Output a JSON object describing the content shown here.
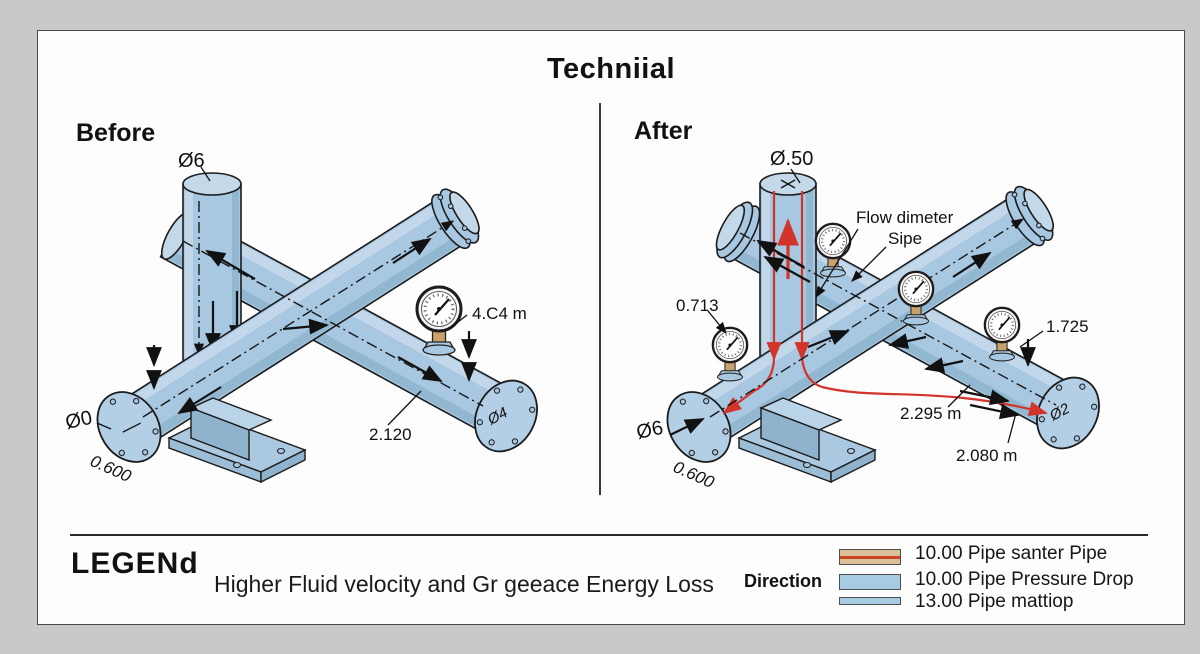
{
  "title": "Techniial",
  "before": {
    "heading": "Before",
    "top_diameter": "Ø6",
    "gauge_reading": "4.C4 m",
    "length_label": "2.120",
    "right_flange_diameter": "Ø4",
    "left_flange_diameter": "Ø0",
    "base_dimension": "0.600"
  },
  "after": {
    "heading": "After",
    "top_diameter": "Ø.50",
    "flow_note_line1": "Flow dimeter",
    "flow_note_line2": "Sipe",
    "left_gauge_reading": "0.713",
    "right_gauge_reading": "1.725",
    "upper_length_label": "2.295 m",
    "lower_length_label": "2.080 m",
    "left_flange_diameter": "Ø6",
    "right_flange_diameter": "Ø2",
    "base_dimension": "0.600"
  },
  "legend": {
    "heading": "LEGENd",
    "subtitle": "Higher Fluid velocity and Gr geeace Energy Loss",
    "direction_label": "Direction",
    "items": [
      {
        "label": "10.00 Pipe santer Pipe"
      },
      {
        "label": "10.00 Pipe Pressure Drop"
      },
      {
        "label": "13.00 Pipe mattiop"
      }
    ]
  },
  "colors": {
    "background": "#c9c9c9",
    "canvas": "#fdfdfd",
    "pipe_fill": "#a8c7e0",
    "pipe_outline": "#1b1b1b",
    "flow_red": "#d2342a",
    "legend_tan": "#d9c097",
    "legend_blue": "#a8cbe4"
  }
}
